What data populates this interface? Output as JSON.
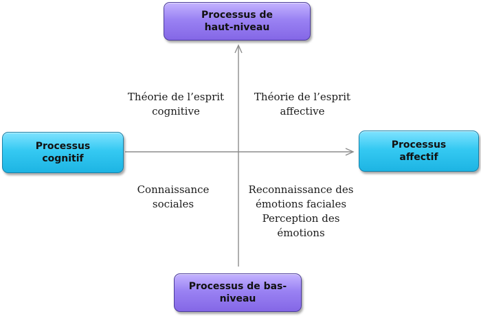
{
  "nodes": {
    "top": {
      "line1": "Processus de",
      "line2": "haut-niveau"
    },
    "bottom": {
      "line1": "Processus de bas-",
      "line2": "niveau"
    },
    "left": {
      "line1": "Processus",
      "line2": "cognitif"
    },
    "right": {
      "line1": "Processus",
      "line2": "affectif"
    }
  },
  "quadrants": {
    "top_left": {
      "line1": "Théorie de l’esprit",
      "line2": "cognitive"
    },
    "top_right": {
      "line1": "Théorie de l’esprit",
      "line2": "affective"
    },
    "bottom_left": {
      "line1": "Connaissance",
      "line2": "sociales"
    },
    "bottom_right": {
      "line1": "Reconnaissance des",
      "line2": "émotions faciales",
      "line3": "Perception des",
      "line4": "émotions"
    }
  },
  "colors": {
    "high_low_nodes": "#9a82f3",
    "cognitive_affective_nodes": "#35c9f2",
    "axis": "#8c8c8c"
  }
}
